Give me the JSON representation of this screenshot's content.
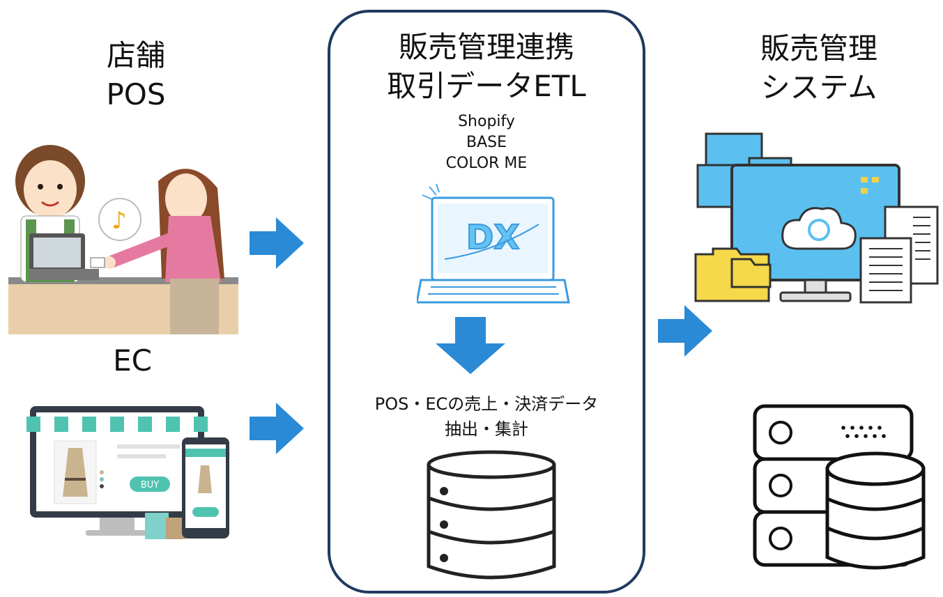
{
  "left": {
    "pos_label": [
      "店舗",
      "POS"
    ],
    "ec_label": "EC",
    "buy_button_text": "BUY"
  },
  "center": {
    "title_lines": [
      "販売管理連携",
      "取引データETL"
    ],
    "platforms": [
      "Shopify",
      "BASE",
      "COLOR ME"
    ],
    "laptop_screen_text": "DX",
    "process_lines": [
      "POS・ECの売上・決済データ",
      "抽出・集計"
    ]
  },
  "right": {
    "system_label": [
      "販売管理",
      "システム"
    ]
  },
  "colors": {
    "arrow": "#2a8ad6",
    "panel_border": "#1f3a5f",
    "awning_teal": "#4fc3b0",
    "screen_blue": "#5bc0f0"
  }
}
